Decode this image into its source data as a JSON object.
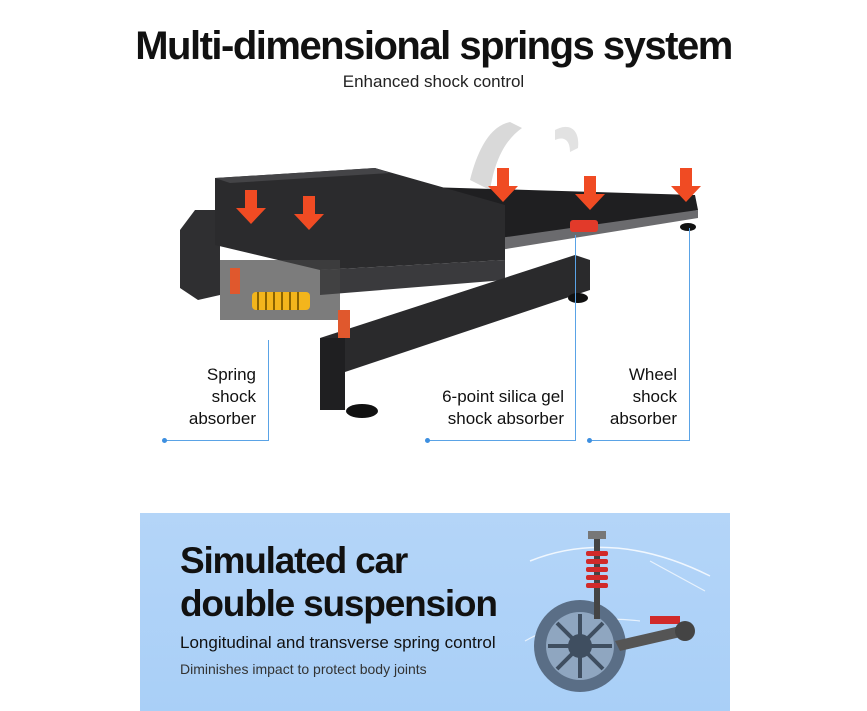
{
  "header": {
    "title": "Multi-dimensional springs system",
    "subtitle": "Enhanced shock control"
  },
  "callouts": {
    "spring": [
      "Spring",
      "shock",
      "absorber"
    ],
    "silica": [
      "6-point silica gel",
      "shock absorber"
    ],
    "wheel": [
      "Wheel",
      "shock",
      "absorber"
    ]
  },
  "panel": {
    "title_line1": "Simulated car",
    "title_line2": "double suspension",
    "line1": "Longitudinal and transverse spring control",
    "line2": "Diminishes impact to protect body joints"
  },
  "colors": {
    "accent_arrow": "#f04b23",
    "callout_line": "#5aa3e6",
    "panel_bg": "#b4d5f8",
    "treadmill_body": "#2b2b2d",
    "spring_yellow": "#f3b51c"
  },
  "icons": {
    "arrows": "down-arrow-icon",
    "spring": "coil-spring-icon"
  }
}
